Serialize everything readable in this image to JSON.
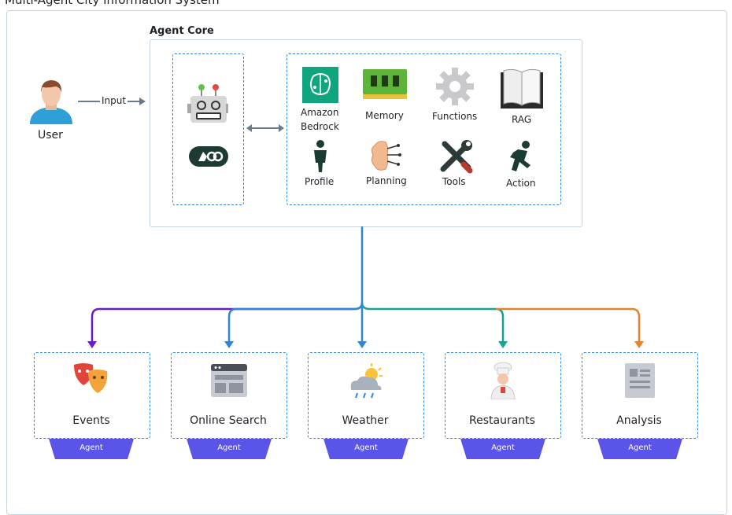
{
  "title": "Multi-Agent City Information System",
  "user": {
    "label": "User",
    "input_label": "Input"
  },
  "core": {
    "label": "Agent Core",
    "capabilities": [
      {
        "label": "Amazon",
        "label2": "Bedrock",
        "icon": "amazon-bedrock-icon"
      },
      {
        "label": "Memory",
        "icon": "memory-chip-icon"
      },
      {
        "label": "Functions",
        "icon": "gear-icon"
      },
      {
        "label": "RAG",
        "icon": "book-icon"
      },
      {
        "label": "Profile",
        "icon": "person-icon"
      },
      {
        "label": "Planning",
        "icon": "brain-icon"
      },
      {
        "label": "Tools",
        "icon": "wrench-screwdriver-icon"
      },
      {
        "label": "Action",
        "icon": "running-person-icon"
      }
    ]
  },
  "agents": [
    {
      "name": "Events",
      "tag": "Agent",
      "icon": "theater-masks-icon",
      "color": "#6a1bc8"
    },
    {
      "name": "Online Search",
      "tag": "Agent",
      "icon": "browser-window-icon",
      "color": "#2f86d6"
    },
    {
      "name": "Weather",
      "tag": "Agent",
      "icon": "cloud-sun-rain-icon",
      "color": "#2f86d6"
    },
    {
      "name": "Restaurants",
      "tag": "Agent",
      "icon": "chef-icon",
      "color": "#17a394"
    },
    {
      "name": "Analysis",
      "tag": "Agent",
      "icon": "document-icon",
      "color": "#e5822a"
    }
  ],
  "colors": {
    "dashed": "#2f86d6",
    "tag": "#5b54e8",
    "border": "#c9d3dd"
  }
}
